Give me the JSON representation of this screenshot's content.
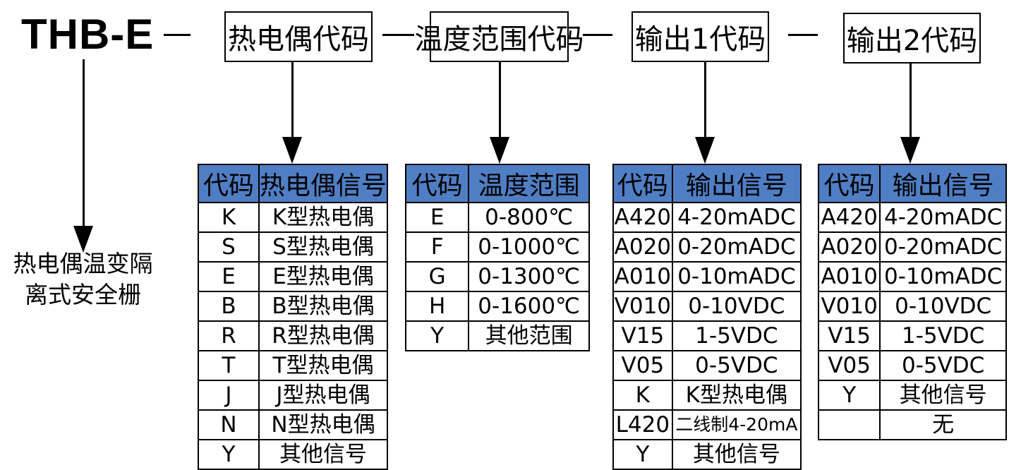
{
  "model": "THB-E",
  "description": [
    "热电偶温变隔",
    "离式安全栅"
  ],
  "fields": [
    "热电偶代码",
    "温度范围代码",
    "输出1代码",
    "输出2代码"
  ],
  "tables": [
    {
      "headers": [
        "代码",
        "热电偶信号"
      ],
      "rows": [
        [
          "K",
          "K型热电偶"
        ],
        [
          "S",
          "S型热电偶"
        ],
        [
          "E",
          "E型热电偶"
        ],
        [
          "B",
          "B型热电偶"
        ],
        [
          "R",
          "R型热电偶"
        ],
        [
          "T",
          "T型热电偶"
        ],
        [
          "J",
          "J型热电偶"
        ],
        [
          "N",
          "N型热电偶"
        ],
        [
          "Y",
          "其他信号"
        ]
      ]
    },
    {
      "headers": [
        "代码",
        "温度范围"
      ],
      "rows": [
        [
          "E",
          "0-800℃"
        ],
        [
          "F",
          "0-1000℃"
        ],
        [
          "G",
          "0-1300℃"
        ],
        [
          "H",
          "0-1600℃"
        ],
        [
          "Y",
          "其他范围"
        ]
      ]
    },
    {
      "headers": [
        "代码",
        "输出信号"
      ],
      "rows": [
        [
          "A420",
          "4-20mADC"
        ],
        [
          "A020",
          "0-20mADC"
        ],
        [
          "A010",
          "0-10mADC"
        ],
        [
          "V010",
          "0-10VDC"
        ],
        [
          "V15",
          "1-5VDC"
        ],
        [
          "V05",
          "0-5VDC"
        ],
        [
          "K",
          "K型热电偶"
        ],
        [
          "L420",
          "二线制4-20mA"
        ],
        [
          "Y",
          "其他信号"
        ]
      ]
    },
    {
      "headers": [
        "代码",
        "输出信号"
      ],
      "rows": [
        [
          "A420",
          "4-20mADC"
        ],
        [
          "A020",
          "0-20mADC"
        ],
        [
          "A010",
          "0-10mADC"
        ],
        [
          "V010",
          "0-10VDC"
        ],
        [
          "V15",
          "1-5VDC"
        ],
        [
          "V05",
          "0-5VDC"
        ],
        [
          "Y",
          "其他信号"
        ],
        [
          "",
          "无"
        ]
      ]
    }
  ],
  "colors": {
    "header_fill": "#4f7ec4",
    "line": "#000000"
  }
}
